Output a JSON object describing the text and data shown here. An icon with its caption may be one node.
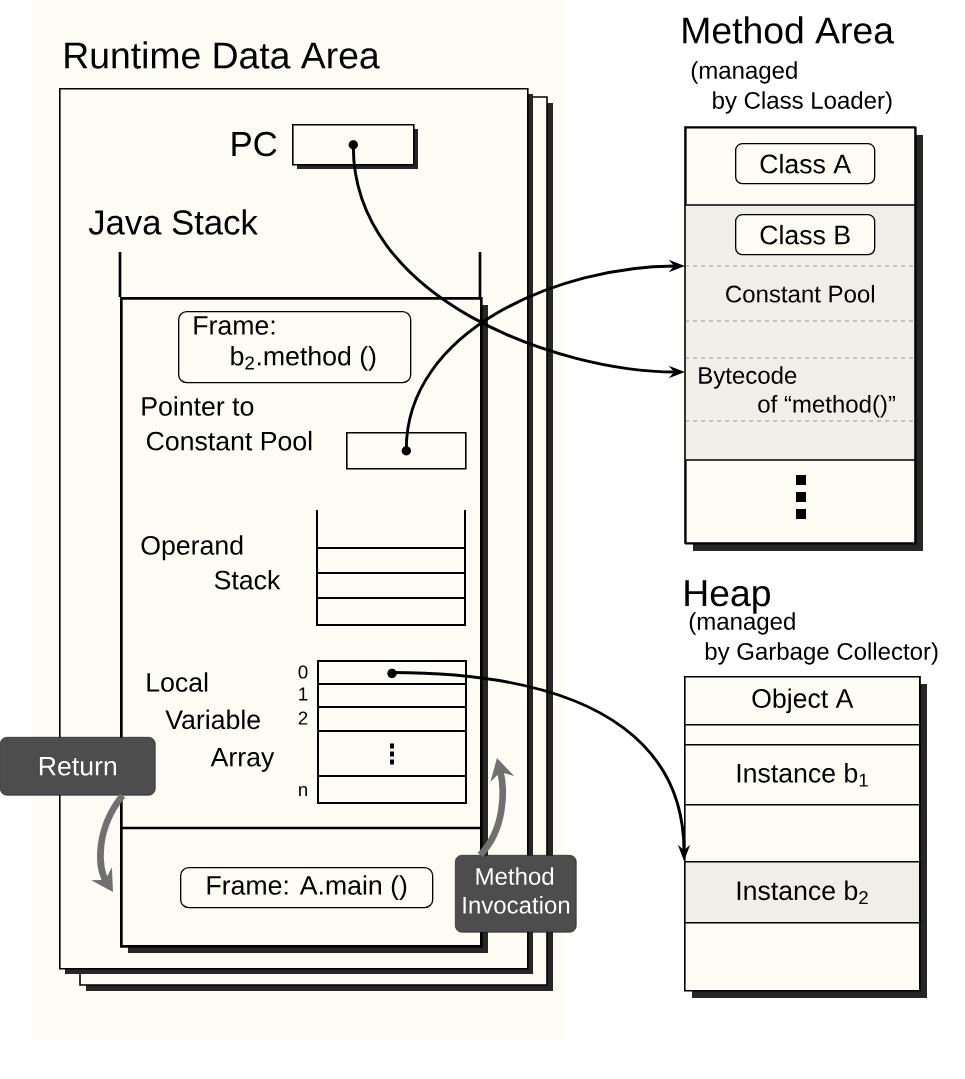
{
  "diagram": {
    "nodes": [
      {
        "text": [
          "Runtime Data Area"
        ]
      },
      {
        "text": [
          "PC"
        ],
        "in": 0
      },
      {
        "text": [
          "Java Stack"
        ],
        "in": 0
      },
      {
        "text": [
          "Frame: b$_{2}$.method ()"
        ],
        "in": 2
      },
      {
        "text": [
          "Pointer to Constant Pool"
        ],
        "in": 2
      },
      {
        "text": [
          "Operand Stack"
        ],
        "in": 2
      },
      {
        "text": [
          "Local Variable Array"
        ],
        "in": 2
      },
      {
        "text": [],
        "shape": "box",
        "beside": [
          "0"
        ],
        "in": 6
      },
      {
        "text": [
          "Frame: A.main ()"
        ],
        "in": 2
      },
      {
        "text": [
          "Return"
        ]
      },
      {
        "text": [
          "Method Invocation"
        ]
      },
      {
        "text": [
          "Method Area",
          "(managed by Class Loader)"
        ]
      },
      {
        "text": [
          "Class A"
        ],
        "in": 11
      },
      {
        "text": [
          "Class B"
        ],
        "in": 11
      },
      {
        "text": [
          "Constant Pool"
        ],
        "in": 11
      },
      {
        "text": [
          "Bytecode of “method()”"
        ],
        "in": 11
      },
      {
        "text": [
          "Heap",
          "(managed by Garbage Collector)"
        ]
      },
      {
        "text": [
          "Object A"
        ],
        "in": 16
      },
      {
        "text": [
          "Instance b$_{1}$"
        ],
        "in": 16
      },
      {
        "text": [
          "Instance b$_{2}$"
        ],
        "in": 16
      }
    ],
    "edges": [
      {
        "from": 1,
        "to": 15,
        "arrow": "to"
      },
      {
        "from": 4,
        "to": 14,
        "arrow": "to"
      },
      {
        "from": 7,
        "to": 19,
        "arrow": "to"
      },
      {
        "from": 9,
        "to": 2,
        "arrow": "to",
        "style": "thick",
        "color": "#707070"
      },
      {
        "from": 10,
        "to": 2,
        "arrow": "to",
        "style": "thick",
        "color": "#707070"
      }
    ],
    "labels": [
      "1",
      "2",
      "n"
    ]
  }
}
